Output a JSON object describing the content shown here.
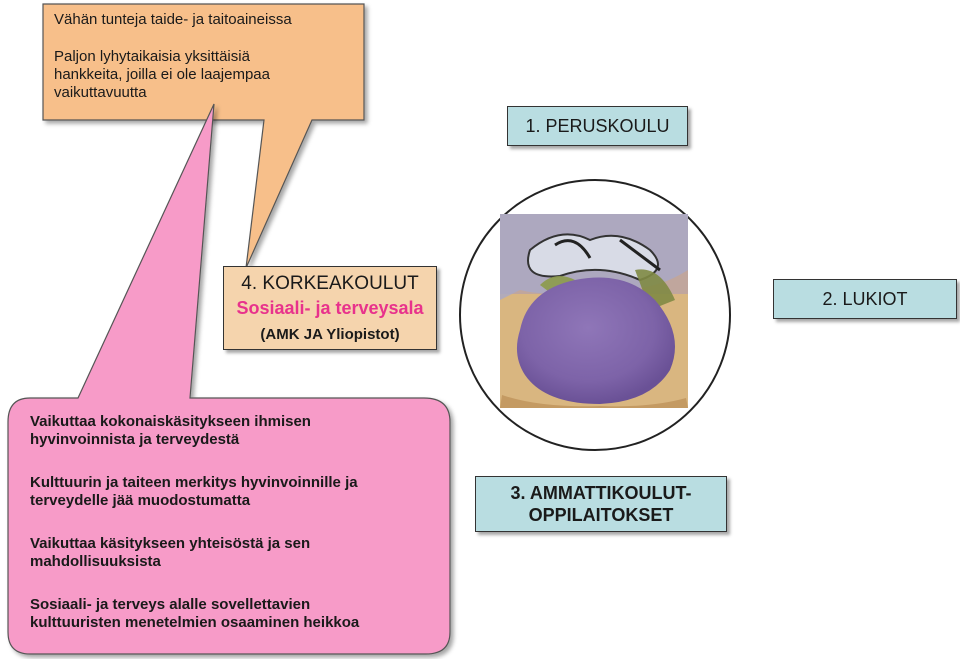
{
  "top_callout": {
    "line1": "Vähän tunteja taide- ja taitoaineissa",
    "para2": [
      "Paljon lyhytaikaisia yksittäisiä",
      "hankkeita, joilla ei ole laajempaa",
      "vaikuttavuutta"
    ]
  },
  "boxes": {
    "peruskoulu": "1. PERUSKOULU",
    "lukiot": "2. LUKIOT",
    "ammatti": [
      "3. AMMATTIKOULUT-",
      "OPPILAITOKSET"
    ],
    "korkea": {
      "title": "4. KORKEAKOULUT",
      "subtitle": "Sosiaali- ja terveysala",
      "note": "(AMK JA Yliopistot)"
    }
  },
  "bottom_callout": {
    "p1": [
      "Vaikuttaa kokonaiskäsitykseen ihmisen",
      "hyvinvoinnista ja terveydestä"
    ],
    "p2": [
      "Kulttuurin ja taiteen merkitys hyvinvoinnille ja",
      "terveydelle jää muodostumatta"
    ],
    "p3": [
      "Vaikuttaa käsitykseen yhteisöstä ja sen",
      "mahdollisuuksista"
    ],
    "p4": [
      "Sosiaali- ja terveys alalle sovellettavien",
      "kulttuuristen menetelmien osaaminen heikkoa"
    ]
  },
  "colors": {
    "callout_top": "#f7bf8a",
    "callout_bottom": "#f79bc8",
    "box_blue": "#b9dde1",
    "box_peach": "#f5d4ad",
    "accent_pink": "#e8328c",
    "painting_purple": "#8a6fb2"
  },
  "painting": {
    "icon": "watercolor-painting"
  }
}
